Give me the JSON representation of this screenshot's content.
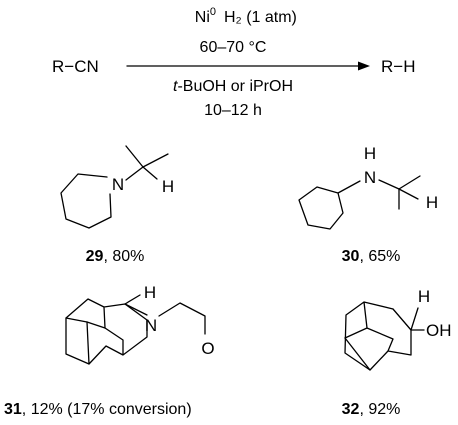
{
  "reaction": {
    "reactant": "R−CN",
    "product": "R−H",
    "catalyst_base": "Ni",
    "catalyst_sup": "0",
    "hydrogen": "H₂ (1 atm)",
    "temperature": "60–70 °C",
    "solvent_t": "t",
    "solvent_rest": "-BuOH or iPrOH",
    "time": "10–12 h"
  },
  "compounds": [
    {
      "number": "29",
      "yield": ", 80%",
      "atoms": {
        "n": "N",
        "h": "H"
      }
    },
    {
      "number": "30",
      "yield": ", 65%",
      "atoms": {
        "n": "N",
        "nh": "H",
        "h": "H"
      }
    },
    {
      "number": "31",
      "yield": ", 12% (17% conversion)",
      "atoms": {
        "n": "N",
        "o": "O",
        "h": "H"
      }
    },
    {
      "number": "32",
      "yield": ", 92%",
      "atoms": {
        "oh": "OH",
        "h": "H"
      }
    }
  ]
}
